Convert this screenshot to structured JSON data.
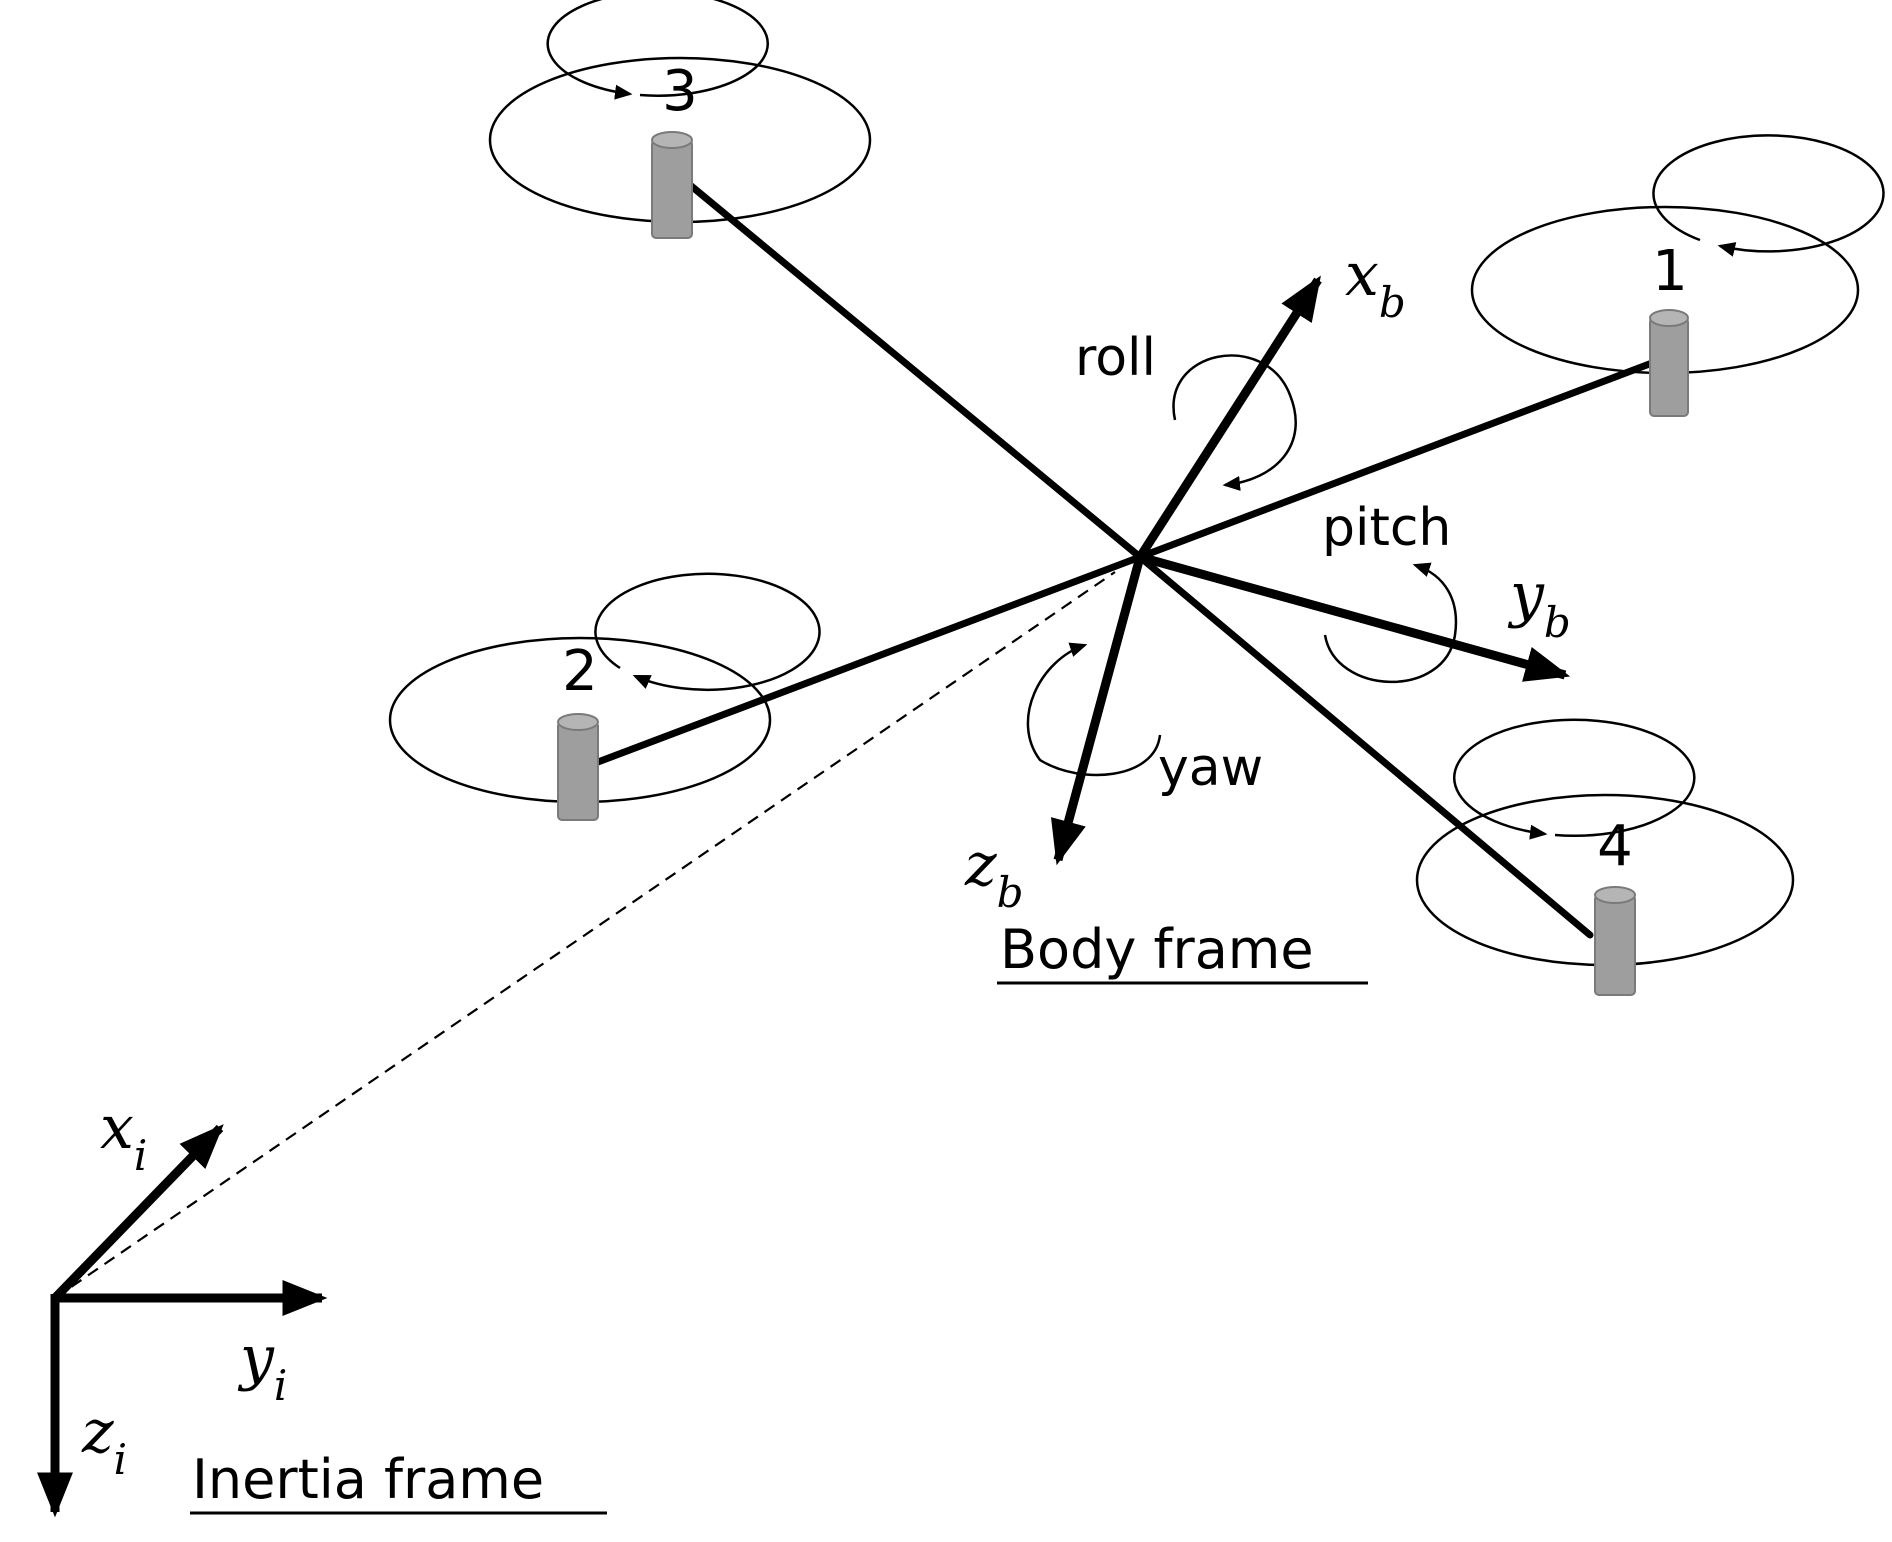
{
  "rotors": [
    {
      "label": "1"
    },
    {
      "label": "2"
    },
    {
      "label": "3"
    },
    {
      "label": "4"
    }
  ],
  "body_axes": {
    "x": {
      "base": "x",
      "sub": "b"
    },
    "y": {
      "base": "y",
      "sub": "b"
    },
    "z": {
      "base": "z",
      "sub": "b"
    }
  },
  "rotations": {
    "roll": "roll",
    "pitch": "pitch",
    "yaw": "yaw"
  },
  "inertia_axes": {
    "x": {
      "base": "x",
      "sub": "i"
    },
    "y": {
      "base": "y",
      "sub": "i"
    },
    "z": {
      "base": "z",
      "sub": "i"
    }
  },
  "frames": {
    "body": "Body frame",
    "inertia": "Inertia frame"
  },
  "colors": {
    "ink": "#000000",
    "motor_fill": "#9e9e9e",
    "motor_stroke": "#7a7a7a"
  }
}
